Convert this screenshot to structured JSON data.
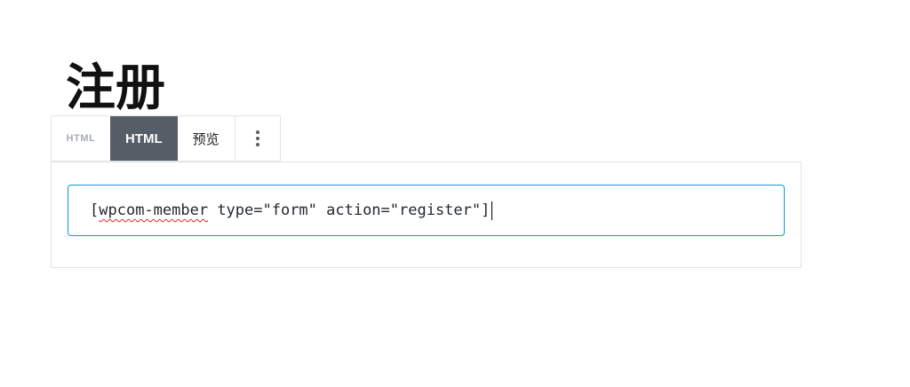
{
  "page": {
    "title": "注册"
  },
  "toolbar": {
    "block_type_label": "HTML",
    "tabs": [
      {
        "label": "HTML",
        "active": true
      },
      {
        "label": "预览",
        "active": false
      }
    ],
    "more_options_icon": "kebab-menu-icon"
  },
  "html_block": {
    "code": {
      "prefix": "[",
      "misspelled": "wpcom-member",
      "suffix": " type=\"form\" action=\"register\"]"
    },
    "full_code": "[wpcom-member type=\"form\" action=\"register\"]"
  },
  "colors": {
    "active_tab_bg": "#555d66",
    "active_tab_text": "#ffffff",
    "block_type_label_text": "#a8adb3",
    "toolbar_border": "#e2e4e7",
    "block_border": "#e2e4e7",
    "focus_border": "#00a0d2",
    "spellcheck_underline": "#e02828",
    "code_text": "#23282d",
    "title_text": "#111111",
    "background": "#ffffff"
  }
}
